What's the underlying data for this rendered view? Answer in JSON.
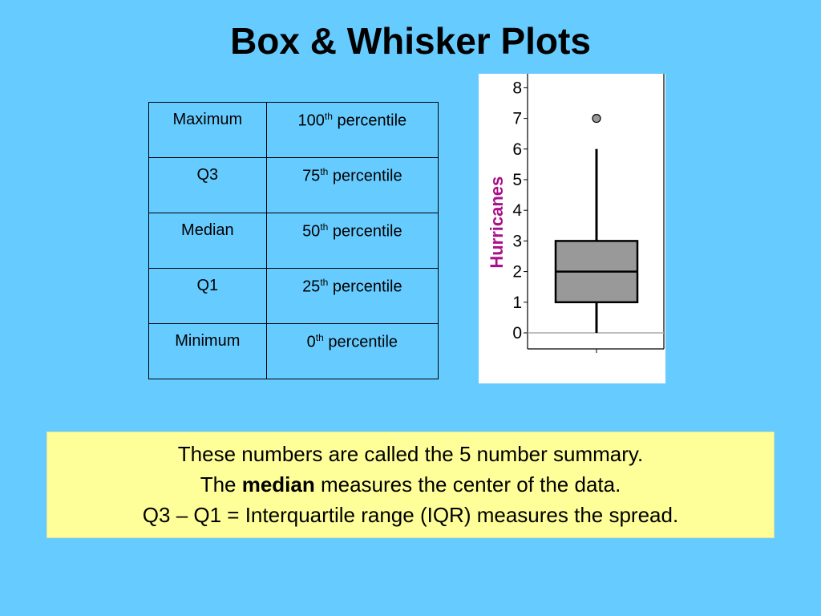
{
  "title": "Box & Whisker Plots",
  "table": {
    "rows": [
      {
        "label": "Maximum",
        "num": "100",
        "sup": "th",
        "suffix": " percentile"
      },
      {
        "label": "Q3",
        "num": "75",
        "sup": "th",
        "suffix": " percentile"
      },
      {
        "label": "Median",
        "num": "50",
        "sup": "th",
        "suffix": " percentile"
      },
      {
        "label": "Q1",
        "num": "25",
        "sup": "th",
        "suffix": " percentile"
      },
      {
        "label": "Minimum",
        "num": "0",
        "sup": "th",
        "suffix": " percentile"
      }
    ]
  },
  "chart_data": {
    "type": "box",
    "ylabel": "Hurricanes",
    "ylim": [
      0,
      8
    ],
    "yticks": [
      "0",
      "1",
      "2",
      "3",
      "4",
      "5",
      "6",
      "7",
      "8"
    ],
    "box": {
      "min": 0,
      "q1": 1,
      "median": 2,
      "q3": 3,
      "max": 6
    },
    "outliers": [
      7
    ],
    "colors": {
      "box_fill": "#999999",
      "ylabel": "#aa1188",
      "outlier": "#999999"
    },
    "grid": false
  },
  "note": {
    "line1": "These numbers are called the 5 number summary.",
    "line2_pre": "The ",
    "line2_bold": "median",
    "line2_post": " measures the center of the data.",
    "line3": "Q3 – Q1 = Interquartile range (IQR) measures the spread."
  }
}
